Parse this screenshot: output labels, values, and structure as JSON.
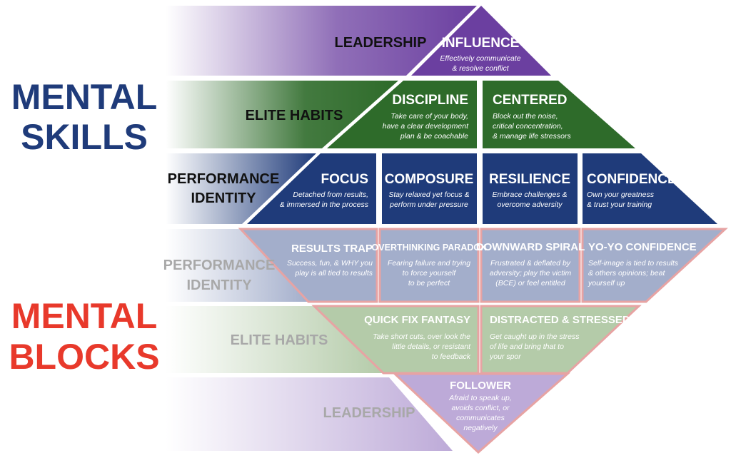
{
  "mental_skills": {
    "title_line1": "MENTAL",
    "title_line2": "SKILLS",
    "color": "#1f3b7a",
    "leadership": {
      "band_label": "LEADERSHIP",
      "influence": {
        "title": "INFLUENCE",
        "desc1": "Effectively communicate",
        "desc2": "& resolve conflict"
      }
    },
    "elite_habits": {
      "band_label": "ELITE HABITS",
      "discipline": {
        "title": "DISCIPLINE",
        "desc1": "Take care of your body,",
        "desc2": "have a clear development",
        "desc3": "plan & be coachable"
      },
      "centered": {
        "title": "CENTERED",
        "desc1": "Block out the noise,",
        "desc2": "critical concentration,",
        "desc3": "& manage life stressors"
      }
    },
    "performance_identity": {
      "band_label1": "PERFORMANCE",
      "band_label2": "IDENTITY",
      "focus": {
        "title": "FOCUS",
        "desc1": "Detached from results,",
        "desc2": "& immersed in the process"
      },
      "composure": {
        "title": "COMPOSURE",
        "desc1": "Stay relaxed yet focus &",
        "desc2": "perform under pressure"
      },
      "resilience": {
        "title": "RESILIENCE",
        "desc1": "Embrace challenges &",
        "desc2": "overcome adversity"
      },
      "confidence": {
        "title": "CONFIDENCE",
        "desc1": "Own your greatness",
        "desc2": "& trust your training"
      }
    }
  },
  "mental_blocks": {
    "title_line1": "MENTAL",
    "title_line2": "BLOCKS",
    "color": "#e8392b",
    "performance_identity": {
      "band_label1": "PERFORMANCE",
      "band_label2": "IDENTITY",
      "results_trap": {
        "title": "RESULTS TRAP",
        "desc1": "Success, fun, & WHY you",
        "desc2": "play is all tied to results"
      },
      "overthinking_paradox": {
        "title": "OVERTHINKING PARADOX",
        "desc1": "Fearing failure and trying",
        "desc2": "to force yourself",
        "desc3": "to be perfect"
      },
      "downward_spiral": {
        "title": "DOWNWARD SPIRAL",
        "desc1": "Frustrated & deflated by",
        "desc2": "adversity; play the victim",
        "desc3": "(BCE) or feel entitled"
      },
      "yoyo_confidence": {
        "title": "YO-YO CONFIDENCE",
        "desc1": "Self-image is tied to results",
        "desc2": "& others opinions; beat",
        "desc3": "yourself up"
      }
    },
    "elite_habits": {
      "band_label": "ELITE HABITS",
      "quick_fix": {
        "title": "QUICK FIX FANTASY",
        "desc1": "Take short cuts, over look the",
        "desc2": "little details, or resistant",
        "desc3": "to feedback"
      },
      "distracted": {
        "title": "DISTRACTED & STRESSED",
        "desc1": "Get caught up in the stress",
        "desc2": "of life and bring that to",
        "desc3": "your spor"
      }
    },
    "leadership": {
      "band_label": "LEADERSHIP",
      "follower": {
        "title": "FOLLOWER",
        "desc1": "Afraid to speak up,",
        "desc2": "avoids conflict, or",
        "desc3": "communicates",
        "desc4": "negatively"
      }
    }
  },
  "colors": {
    "leadership": "#6b3fa0",
    "elite_habits": "#2e6b2a",
    "performance_identity": "#1f3b7a",
    "block_performance": "#a3aecb",
    "block_elite": "#b4cba9",
    "block_leadership": "#bdaad8",
    "block_border": "#e7a3a3"
  }
}
